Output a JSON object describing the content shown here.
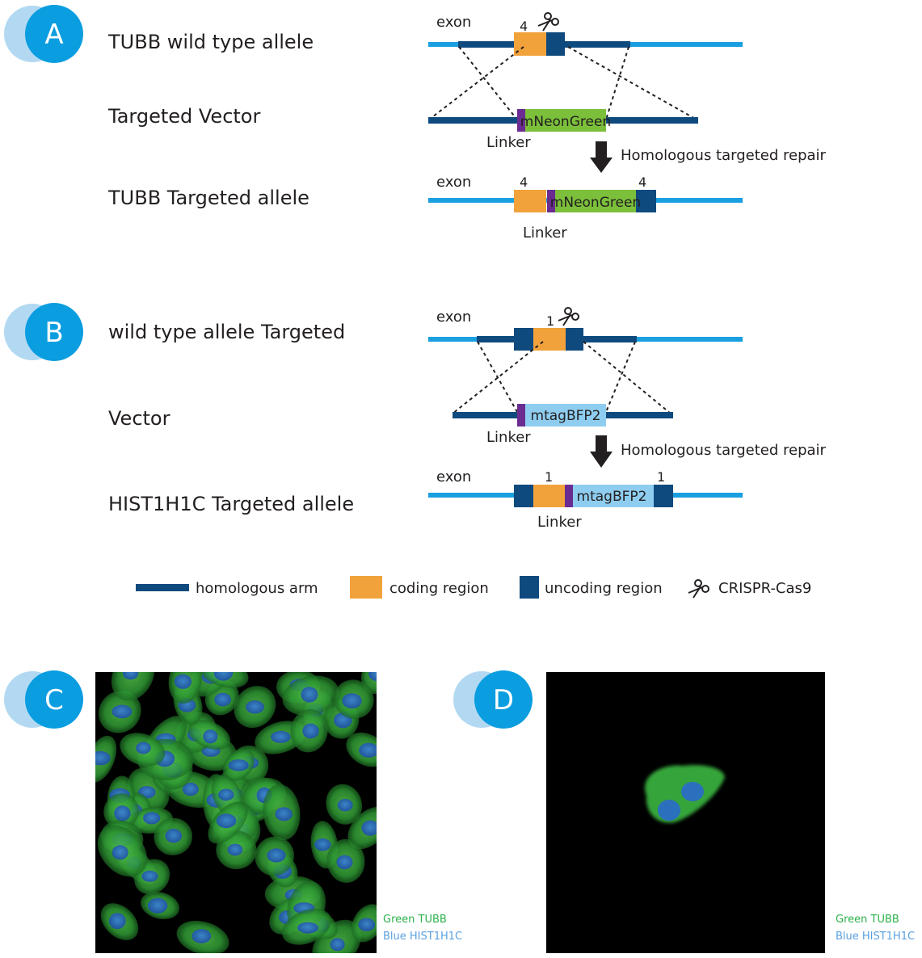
{
  "panels": {
    "A": {
      "badge": "A",
      "rows": [
        "TUBB wild type allele",
        "Targeted Vector",
        "TUBB Targeted allele"
      ],
      "wt_exon": "exon",
      "wt_exon_num": "4",
      "vector_insert": "mNeonGreen",
      "vector_linker": "Linker",
      "repair_text": "Homologous targeted repair",
      "targeted_exon": "exon",
      "targeted_num_left": "4",
      "targeted_num_right": "4",
      "targeted_insert": "mNeonGreen",
      "targeted_linker": "Linker"
    },
    "B": {
      "badge": "B",
      "rows": [
        "wild type allele Targeted",
        "Vector",
        "HIST1H1C Targeted allele"
      ],
      "wt_exon": "exon",
      "wt_exon_num": "1",
      "vector_insert": "mtagBFP2",
      "vector_linker": "Linker",
      "repair_text": "Homologous targeted repair",
      "targeted_exon": "exon",
      "targeted_num_left": "1",
      "targeted_num_right": "1",
      "targeted_insert": "mtagBFP2",
      "targeted_linker": "Linker"
    },
    "C": {
      "badge": "C",
      "caption_green": "Green TUBB",
      "caption_blue": "Blue HIST1H1C"
    },
    "D": {
      "badge": "D",
      "caption_green": "Green TUBB",
      "caption_blue": "Blue HIST1H1C"
    }
  },
  "legend": {
    "homologous_arm": "homologous arm",
    "coding_region": "coding region",
    "uncoding_region": "uncoding region",
    "crispr": "CRISPR-Cas9"
  },
  "colors": {
    "badge_back": "#b3d9f2",
    "badge_front": "#0a9de0",
    "light_blue_line": "#1a9fe0",
    "homologous_arm": "#0e4a7e",
    "coding_region": "#f2a23b",
    "uncoding_region": "#0e4a7e",
    "linker": "#6a2c91",
    "mneongreen": "#7bbf3a",
    "mtagbfp2": "#8ecdf0",
    "repair_arrow": "#231f20",
    "caption_green": "#2bb34a",
    "caption_blue": "#5aa0e0"
  }
}
